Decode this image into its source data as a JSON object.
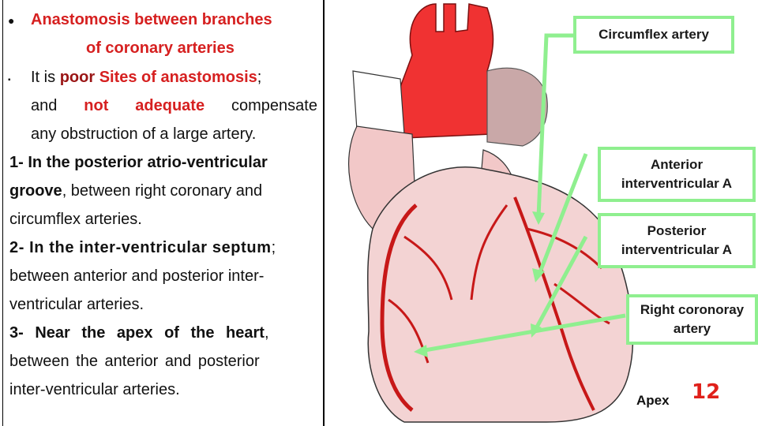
{
  "left_panel": {
    "heading": {
      "line1": "Anastomosis between branches",
      "line2": "of coronary arteries"
    },
    "p1": {
      "w1": "It is",
      "w2": "poor",
      "w3": "Sites of anastomosis",
      "w4": ";",
      "l2a": "and",
      "l2b": "not",
      "l2c": "adequate",
      "l2d": "compensate",
      "l3": "any obstruction of a large artery."
    },
    "p2": {
      "l1": "1- In the posterior atrio-ventricular",
      "l2a": "groove",
      "l2b": ", between right coronary and",
      "l3": "circumflex arteries."
    },
    "p3": {
      "l1a": "2- In the inter-ventricular septum",
      "l1b": ";",
      "l2": "between anterior and posterior inter-",
      "l3": "ventricular arteries."
    },
    "p4": {
      "l1a": "3- Near the apex of the heart",
      "l1b": ",",
      "l2": "between the anterior and posterior",
      "l3": "inter-ventricular arteries."
    }
  },
  "labels": {
    "circumflex": "Circumflex artery",
    "anterior_iv": "Anterior interventricular A",
    "posterior_iv": "Posterior interventricular A",
    "right_coronary": "Right coronoray artery",
    "apex": "Apex"
  },
  "page_number": "12",
  "colors": {
    "accent_red": "#d62020",
    "label_border": "#8fef8f",
    "arrow": "#8fef8f"
  }
}
